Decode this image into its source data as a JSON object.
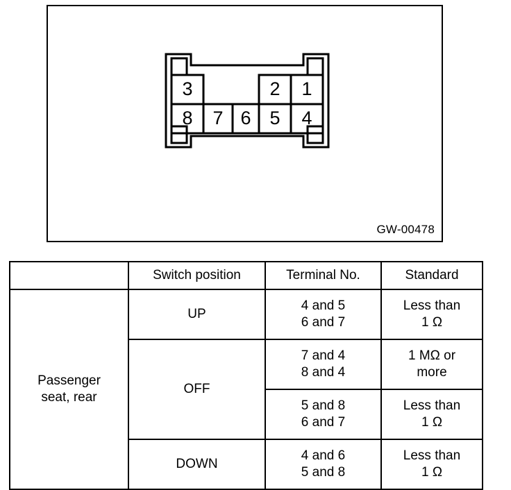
{
  "diagram": {
    "reference_code": "GW-00478",
    "connector": {
      "name": "8-pin-connector-terminal-layout",
      "top_row": [
        "3",
        "",
        "",
        "2",
        "1"
      ],
      "bottom_row": [
        "8",
        "7",
        "6",
        "5",
        "4"
      ],
      "pins": {
        "p1": "1",
        "p2": "2",
        "p3": "3",
        "p4": "4",
        "p5": "5",
        "p6": "6",
        "p7": "7",
        "p8": "8"
      }
    }
  },
  "table": {
    "headers": {
      "component": "",
      "switch_position": "Switch position",
      "terminal_no": "Terminal No.",
      "standard": "Standard"
    },
    "component_label": {
      "line1": "Passenger",
      "line2": "seat, rear"
    },
    "rows": [
      {
        "switch_position": "UP",
        "terminal_line1": "4 and 5",
        "terminal_line2": "6 and 7",
        "standard_line1": "Less than",
        "standard_line2": "1 Ω"
      },
      {
        "switch_position": "OFF",
        "terminal_line1": "7 and 4",
        "terminal_line2": "8 and 4",
        "standard_line1": "1 MΩ or",
        "standard_line2": "more"
      },
      {
        "switch_position": "",
        "terminal_line1": "5 and 8",
        "terminal_line2": "6 and 7",
        "standard_line1": "Less than",
        "standard_line2": "1 Ω"
      },
      {
        "switch_position": "DOWN",
        "terminal_line1": "4 and 6",
        "terminal_line2": "5 and 8",
        "standard_line1": "Less than",
        "standard_line2": "1 Ω"
      }
    ]
  },
  "colors": {
    "line": "#000000",
    "background": "#ffffff"
  }
}
